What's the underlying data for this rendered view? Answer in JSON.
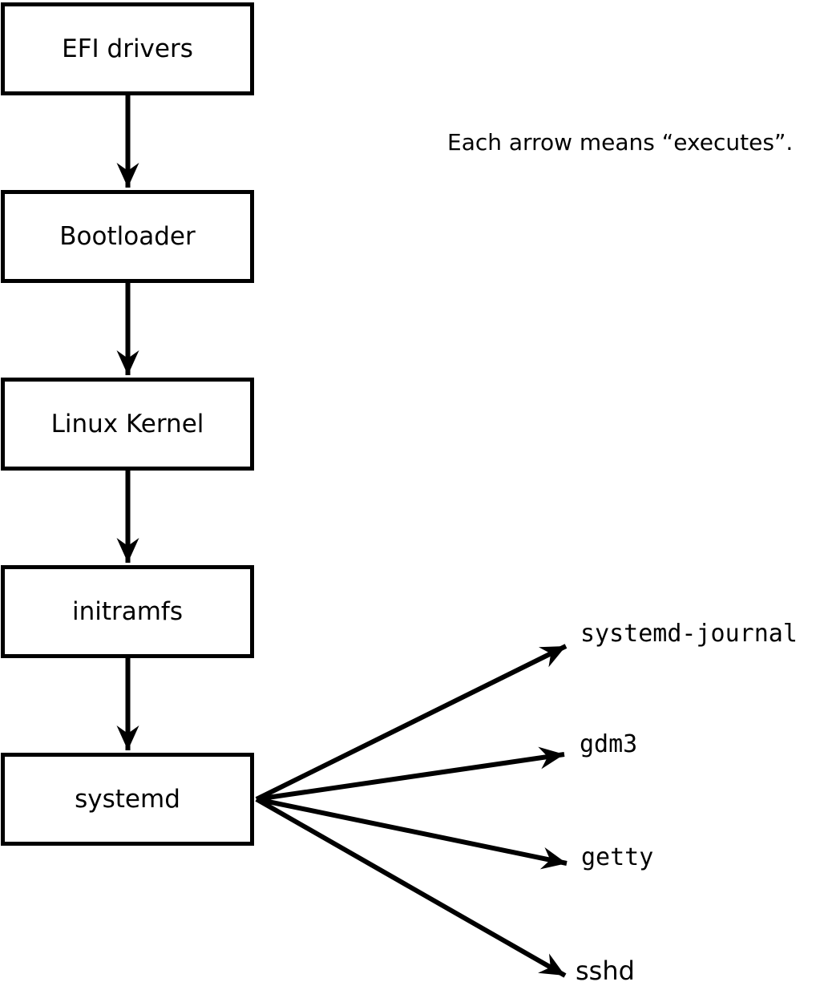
{
  "diagram": {
    "note": "Each arrow means “executes”.",
    "boxes": [
      {
        "label": "EFI drivers"
      },
      {
        "label": "Bootloader"
      },
      {
        "label": "Linux Kernel"
      },
      {
        "label": "initramfs"
      },
      {
        "label": "systemd"
      }
    ],
    "targets": [
      {
        "label": "systemd-journal"
      },
      {
        "label": "gdm3"
      },
      {
        "label": "getty"
      },
      {
        "label": "sshd"
      }
    ],
    "colors": {
      "line": "#000000",
      "text": "#000000",
      "box_fill": "#ffffff",
      "background": "#ffffff"
    }
  }
}
